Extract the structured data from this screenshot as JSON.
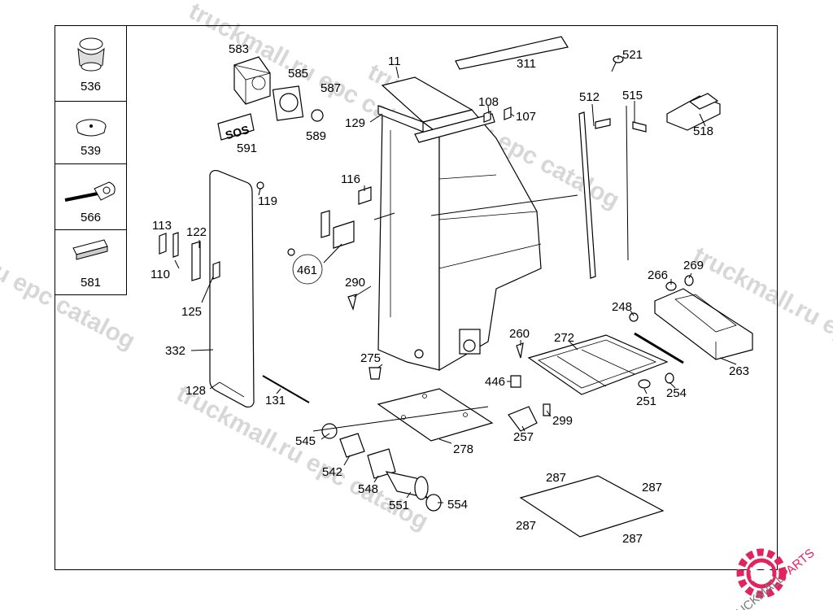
{
  "watermarks": [
    "truckmall.ru epc catalog",
    "truckmall.ru epc catalog",
    "truckmall.ru epc catalog",
    "truckmall.ru epc catalog",
    "u epc catalog"
  ],
  "legend": [
    {
      "number": "536",
      "icon": "knob-icon"
    },
    {
      "number": "539",
      "icon": "cap-icon"
    },
    {
      "number": "566",
      "icon": "key-icon"
    },
    {
      "number": "581",
      "icon": "strip-icon"
    }
  ],
  "sos_sign": "SOS",
  "labels": {
    "l11": "11",
    "l583": "583",
    "l585": "585",
    "l587": "587",
    "l589": "589",
    "l591": "591",
    "l129": "129",
    "l311": "311",
    "l108": "108",
    "l107": "107",
    "l521": "521",
    "l512": "512",
    "l515": "515",
    "l518": "518",
    "l116": "116",
    "l119": "119",
    "l113": "113",
    "l122": "122",
    "l110": "110",
    "l125": "125",
    "l461": "461",
    "l290": "290",
    "l266": "266",
    "l269": "269",
    "l248": "248",
    "l260": "260",
    "l272": "272",
    "l332": "332",
    "l275": "275",
    "l446": "446",
    "l263": "263",
    "l251": "251",
    "l254": "254",
    "l128": "128",
    "l131": "131",
    "l299": "299",
    "l545": "545",
    "l257": "257",
    "l278": "278",
    "l542": "542",
    "l548": "548",
    "l551": "551",
    "l554": "554",
    "l287a": "287",
    "l287b": "287",
    "l287c": "287",
    "l287d": "287"
  },
  "brand": {
    "part1": "TRUCKMALL",
    "part2": "PARTS",
    "color1": "#7a7a7a",
    "color2": "#e0245e"
  }
}
